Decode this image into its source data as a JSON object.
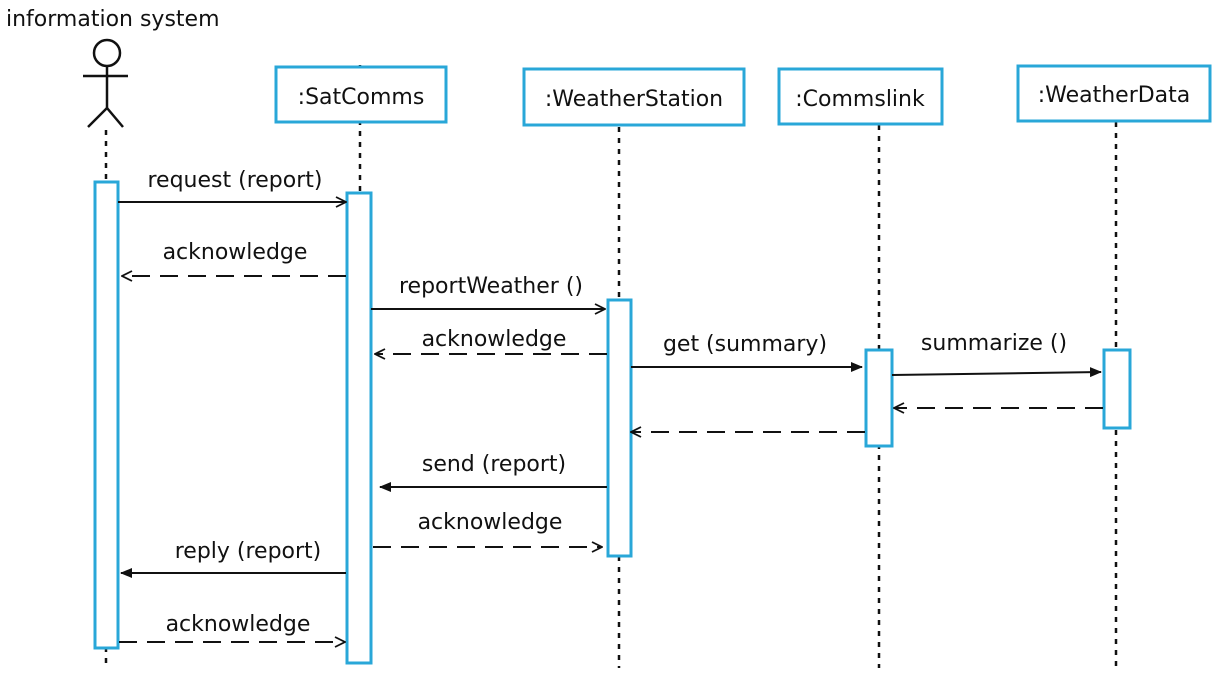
{
  "diagram": {
    "title": "information system",
    "accent_color": "#29a7d8",
    "line_color": "#111111",
    "objects": {
      "satcomms": ":SatComms",
      "weatherstation": ":WeatherStation",
      "commslink": ":Commslink",
      "weatherdata": ":WeatherData"
    },
    "messages": {
      "m1": "request (report)",
      "m2": "acknowledge",
      "m3": "reportWeather ()",
      "m4": "acknowledge",
      "m5": "get (summary)",
      "m6": "summarize ()",
      "m9": "send (report)",
      "m10": "acknowledge",
      "m11": "reply (report)",
      "m12": "acknowledge"
    }
  }
}
